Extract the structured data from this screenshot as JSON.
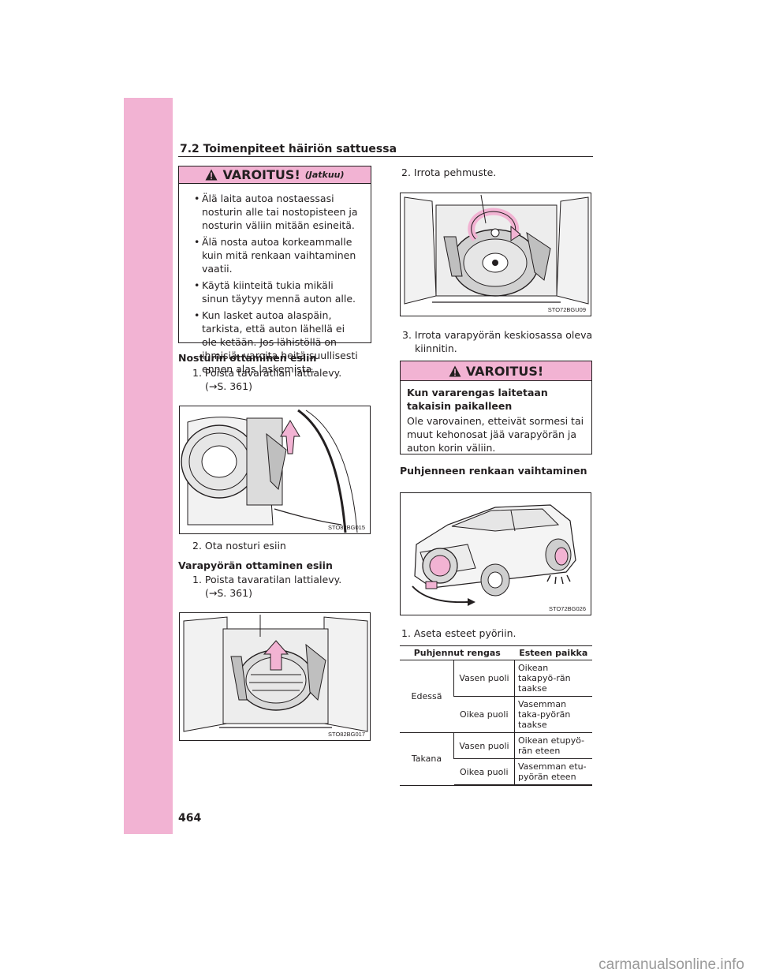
{
  "header": {
    "section_title": "7.2 Toimenpiteet häiriön sattuessa"
  },
  "page_number": "464",
  "warning1": {
    "title": "VAROITUS!",
    "continued": "(Jatkuu)",
    "bullets": [
      "Älä laita autoa nostaessasi nosturin alle tai nostopisteen ja nosturin väliin mitään esineitä.",
      "Älä nosta autoa korkeammalle kuin mitä renkaan vaihtaminen vaatii.",
      "Käytä kiinteitä tukia mikäli sinun täytyy mennä auton alle.",
      "Kun lasket autoa alaspäin, tarkista, että auton lähellä ei ole ketään. Jos lähistöllä on ihmisiä, varoita heitä suullisesti ennen alas laskemista."
    ]
  },
  "left": {
    "heading_jack": "Nosturin ottaminen esiin",
    "jack_step1": "1. Poista tavaratilan lattialevy.",
    "jack_step1_ref": "(→S. 361)",
    "fig1_code": "STO82BG015",
    "jack_step2": "2. Ota nosturi esiin",
    "heading_spare": "Varapyörän ottaminen esiin",
    "spare_step1": "1. Poista tavaratilan lattialevy.",
    "spare_step1_ref": "(→S. 361)",
    "fig2_code": "STO82BG017"
  },
  "right": {
    "step2": "2. Irrota pehmuste.",
    "fig3_code": "STO72BGU09",
    "step3": "3. Irrota varapyörän keskiosassa oleva kiinnitin.",
    "warning2": {
      "title": "VAROITUS!",
      "subtitle": "Kun vararengas laitetaan takaisin paikalleen",
      "body": "Ole varovainen, etteivät sormesi tai muut kehonosat jää varapyörän ja auton korin väliin."
    },
    "heading_flat": "Puhjenneen renkaan vaihtaminen",
    "fig4_code": "STO72BG026",
    "flat_step1": "1. Aseta esteet pyöriin."
  },
  "table": {
    "headers": [
      "Puhjennut rengas",
      "Esteen paikka"
    ],
    "groups": [
      {
        "label": "Edessä",
        "rows": [
          {
            "side": "Vasen puoli",
            "place": "Oikean takapyö-rän taakse"
          },
          {
            "side": "Oikea puoli",
            "place": "Vasemman taka-pyörän taakse"
          }
        ]
      },
      {
        "label": "Takana",
        "rows": [
          {
            "side": "Vasen puoli",
            "place": "Oikean etupyö-rän eteen"
          },
          {
            "side": "Oikea puoli",
            "place": "Vasemman etu-pyörän eteen"
          }
        ]
      }
    ]
  },
  "watermark": "carmanualsonline.info",
  "colors": {
    "accent_pink": "#f2b3d3",
    "text": "#231f20"
  }
}
